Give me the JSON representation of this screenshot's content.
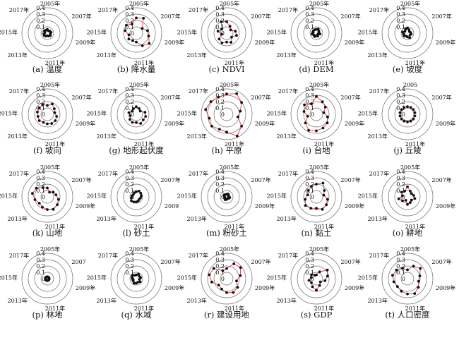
{
  "chart_data": [
    {
      "type": "radar",
      "caption": "(a) 温度",
      "radial_ticks": [
        "0",
        "0.1",
        "0.2",
        "0.3",
        "0.4"
      ],
      "rlim": [
        0,
        0.4
      ],
      "year_labels": [
        "2005年",
        "2007年",
        "2009年",
        "2011年",
        "2013年",
        "2015年",
        "2017年"
      ],
      "values": [
        0.06,
        0.04,
        0.05,
        0.06,
        0.05,
        0.06,
        0.05,
        0.04,
        0.05,
        0.06,
        0.05,
        0.04,
        0.06,
        0.05
      ]
    },
    {
      "type": "radar",
      "caption": "(b) 降水量",
      "radial_ticks": [
        "0",
        "0.1",
        "0.2",
        "0.3",
        "0.4"
      ],
      "rlim": [
        0,
        0.4
      ],
      "year_labels": [
        "2005年",
        "2007年",
        "2009年",
        "2011年",
        "2013年",
        "2015年",
        "2017年"
      ],
      "values": [
        0.24,
        0.26,
        0.12,
        0.18,
        0.2,
        0.26,
        0.22,
        0.14,
        0.13,
        0.15,
        0.12,
        0.18,
        0.2,
        0.16
      ]
    },
    {
      "type": "radar",
      "caption": "(c) NDVI",
      "radial_ticks": [
        "0",
        "0.1",
        "0.2",
        "0.3",
        "0.4"
      ],
      "rlim": [
        0,
        0.4
      ],
      "year_labels": [
        "2005年",
        "2007年",
        "2009年",
        "2011年",
        "2013年",
        "2015年",
        "2017年"
      ],
      "values": [
        0.18,
        0.12,
        0.08,
        0.14,
        0.16,
        0.1,
        0.16,
        0.14,
        0.17,
        0.15,
        0.08,
        0.14,
        0.1,
        0.2
      ]
    },
    {
      "type": "radar",
      "caption": "(d) DEM",
      "radial_ticks": [
        "0",
        "0.1",
        "0.2",
        "0.3",
        "0.4"
      ],
      "rlim": [
        0,
        0.4
      ],
      "year_labels": [
        "2005年",
        "2007年",
        "2009年",
        "2011年",
        "2013年",
        "2015年",
        "2017年"
      ],
      "values": [
        0.06,
        0.07,
        0.05,
        0.04,
        0.06,
        0.03,
        0.05,
        0.04,
        0.06,
        0.05,
        0.07,
        0.05,
        0.06,
        0.06
      ]
    },
    {
      "type": "radar",
      "caption": "(e) 坡度",
      "radial_ticks": [
        "0",
        "0.1",
        "0.2",
        "0.3",
        "0.4"
      ],
      "rlim": [
        0,
        0.4
      ],
      "year_labels": [
        "2005年",
        "2007年",
        "2009年",
        "2011年",
        "2013年",
        "2015年",
        "2017年"
      ],
      "values": [
        0.08,
        0.06,
        0.04,
        0.05,
        0.06,
        0.05,
        0.08,
        0.06,
        0.05,
        0.07,
        0.06,
        0.08,
        0.05,
        0.07
      ]
    },
    {
      "type": "radar",
      "caption": "(f) 坡向",
      "radial_ticks": [
        "0",
        "0.1",
        "0.2",
        "0.3",
        "0.4"
      ],
      "rlim": [
        0,
        0.4
      ],
      "year_labels": [
        "2005年",
        "2007年",
        "2009年",
        "2011年",
        "2013年",
        "2015年",
        "2017年"
      ],
      "values": [
        0.14,
        0.18,
        0.14,
        0.12,
        0.15,
        0.16,
        0.16,
        0.15,
        0.14,
        0.16,
        0.15,
        0.16,
        0.16,
        0.17
      ]
    },
    {
      "type": "radar",
      "caption": "(g) 地形起伏度",
      "radial_ticks": [
        "0",
        "0.1",
        "0.2",
        "0.3",
        "0.4"
      ],
      "rlim": [
        0,
        0.4
      ],
      "year_labels": [
        "2005年",
        "2007年",
        "2009年",
        "2011年",
        "2013年",
        "2015年",
        "2017年"
      ],
      "values": [
        0.12,
        0.1,
        0.08,
        0.14,
        0.15,
        0.14,
        0.16,
        0.13,
        0.14,
        0.13,
        0.1,
        0.12,
        0.08,
        0.1
      ]
    },
    {
      "type": "radar",
      "caption": "(h) 平原",
      "radial_ticks": [
        "0",
        "0.1",
        "0.2",
        "0.3",
        "0.4"
      ],
      "rlim": [
        0,
        0.4
      ],
      "year_labels": [
        "2005年",
        "2007年",
        "2009年",
        "2011年",
        "2013年",
        "2015年",
        "2017年"
      ],
      "values": [
        0.32,
        0.36,
        0.3,
        0.22,
        0.18,
        0.3,
        0.38,
        0.28,
        0.26,
        0.3,
        0.28,
        0.34,
        0.32,
        0.3
      ]
    },
    {
      "type": "radar",
      "caption": "(i) 台地",
      "radial_ticks": [
        "0",
        "0.1",
        "0.2",
        "0.3",
        "0.4"
      ],
      "rlim": [
        0,
        0.4
      ],
      "year_labels": [
        "2005年",
        "2007年",
        "2009年",
        "2011年",
        "2013年",
        "2015年",
        "2017年"
      ],
      "values": [
        0.28,
        0.22,
        0.18,
        0.12,
        0.18,
        0.22,
        0.24,
        0.26,
        0.28,
        0.22,
        0.14,
        0.2,
        0.24,
        0.18
      ]
    },
    {
      "type": "radar",
      "caption": "(j) 丘陵",
      "radial_ticks": [
        "0",
        "0.1",
        "0.2",
        "0.3",
        "0.4"
      ],
      "rlim": [
        0,
        0.4
      ],
      "year_labels": [
        "2005",
        "2007年",
        "2009年",
        "2011年",
        "2013年",
        "2015年",
        "2017年"
      ],
      "values": [
        0.12,
        0.12,
        0.12,
        0.12,
        0.12,
        0.12,
        0.12,
        0.12,
        0.12,
        0.12,
        0.12,
        0.12,
        0.12,
        0.12
      ]
    },
    {
      "type": "radar",
      "caption": "(k) 山地",
      "radial_ticks": [
        "0",
        "0.1",
        "0.2",
        "0.3",
        "0.4"
      ],
      "rlim": [
        0,
        0.4
      ],
      "year_labels": [
        "2005年",
        "2007年",
        "2009年",
        "2011年",
        "2013年",
        "2015年",
        "2017年"
      ],
      "values": [
        0.14,
        0.08,
        0.12,
        0.14,
        0.18,
        0.2,
        0.22,
        0.2,
        0.18,
        0.16,
        0.2,
        0.24,
        0.22,
        0.16
      ]
    },
    {
      "type": "radar",
      "caption": "(l) 砂土",
      "radial_ticks": [
        "0",
        "0.1",
        "0.2",
        "0.3",
        "0.4"
      ],
      "rlim": [
        0,
        0.4
      ],
      "year_labels": [
        "2005年",
        "2007年",
        "2009",
        "2011年",
        "2013年",
        "2015年",
        "2017年"
      ],
      "values": [
        0.08,
        0.1,
        0.09,
        0.08,
        0.07,
        0.06,
        0.07,
        0.08,
        0.09,
        0.1,
        0.08,
        0.07,
        0.06,
        0.07
      ]
    },
    {
      "type": "radar",
      "caption": "(m) 粉砂土",
      "radial_ticks": [
        "0",
        "0.1",
        "0.2",
        "0.3",
        "0.4"
      ],
      "rlim": [
        0,
        0.4
      ],
      "year_labels": [
        "2005年",
        "2007年",
        "2009年",
        "2011年",
        "2013年",
        "2015年",
        "2017年"
      ],
      "values": [
        0.04,
        0.05,
        0.04,
        0.03,
        0.05,
        0.04,
        0.03,
        0.04,
        0.05,
        0.04,
        0.03,
        0.04,
        0.05,
        0.04
      ]
    },
    {
      "type": "radar",
      "caption": "(n) 黏土",
      "radial_ticks": [
        "0",
        "0.1",
        "0.2",
        "0.3",
        "0.4"
      ],
      "rlim": [
        0,
        0.4
      ],
      "year_labels": [
        "2005年",
        "2007年",
        "2009年",
        "2011年",
        "2013年",
        "2015年",
        "2017年"
      ],
      "values": [
        0.2,
        0.24,
        0.16,
        0.12,
        0.18,
        0.2,
        0.22,
        0.18,
        0.2,
        0.22,
        0.18,
        0.14,
        0.16,
        0.18
      ]
    },
    {
      "type": "radar",
      "caption": "(o) 耕地",
      "radial_ticks": [
        "0",
        "0.1",
        "0.2",
        "0.3",
        "0.4"
      ],
      "rlim": [
        0,
        0.4
      ],
      "year_labels": [
        "2005年",
        "2007年",
        "2009年",
        "2011年",
        "2013年",
        "2015年",
        "2017年"
      ],
      "values": [
        0.16,
        0.1,
        0.08,
        0.1,
        0.12,
        0.08,
        0.1,
        0.12,
        0.06,
        0.1,
        0.14,
        0.08,
        0.12,
        0.1
      ]
    },
    {
      "type": "radar",
      "caption": "(p) 林地",
      "radial_ticks": [
        "0",
        "0.1",
        "0.2",
        "0.3",
        "0.4"
      ],
      "rlim": [
        0,
        0.4
      ],
      "year_labels": [
        "2005年",
        "2007",
        "2009年",
        "2011年",
        "2013年",
        "2015年",
        "2017年"
      ],
      "values": [
        0.03,
        0.03,
        0.03,
        0.03,
        0.03,
        0.03,
        0.03,
        0.03,
        0.03,
        0.03,
        0.03,
        0.03,
        0.03,
        0.03
      ]
    },
    {
      "type": "radar",
      "caption": "(q) 水域",
      "radial_ticks": [
        "0",
        "0.1",
        "0.2",
        "0.3",
        "0.4"
      ],
      "rlim": [
        0,
        0.4
      ],
      "year_labels": [
        "2005年",
        "2007年",
        "2009年",
        "2011年",
        "2013年",
        "2015年",
        "2017年"
      ],
      "values": [
        0.06,
        0.08,
        0.06,
        0.07,
        0.05,
        0.08,
        0.06,
        0.07,
        0.08,
        0.06,
        0.05,
        0.07,
        0.08,
        0.06
      ]
    },
    {
      "type": "radar",
      "caption": "(r) 建设用地",
      "radial_ticks": [
        "0",
        "0.1",
        "0.2",
        "0.3",
        "0.4"
      ],
      "rlim": [
        0,
        0.4
      ],
      "year_labels": [
        "2005年",
        "2007年",
        "2009年",
        "2011年",
        "2013年",
        "2015年",
        "2017年"
      ],
      "values": [
        0.16,
        0.26,
        0.28,
        0.22,
        0.16,
        0.22,
        0.24,
        0.22,
        0.18,
        0.16,
        0.24,
        0.28,
        0.26,
        0.14
      ]
    },
    {
      "type": "radar",
      "caption": "(s) GDP",
      "radial_ticks": [
        "0",
        "0.1",
        "0.2",
        "0.3",
        "0.4"
      ],
      "rlim": [
        0,
        0.4
      ],
      "year_labels": [
        "2005年",
        "2007年",
        "2009年",
        "2011年",
        "2013年",
        "2015年",
        "2017年"
      ],
      "values": [
        0.06,
        0.12,
        0.22,
        0.18,
        0.14,
        0.08,
        0.12,
        0.18,
        0.14,
        0.1,
        0.12,
        0.08,
        0.1,
        0.06
      ]
    },
    {
      "type": "radar",
      "caption": "(t) 人口密度",
      "radial_ticks": [
        "0",
        "0.1",
        "0.2",
        "0.3",
        "0.4"
      ],
      "rlim": [
        0,
        0.4
      ],
      "year_labels": [
        "2005年",
        "2007年",
        "2009年",
        "2011年",
        "2013年",
        "2015年",
        "2017年"
      ],
      "values": [
        0.14,
        0.22,
        0.26,
        0.2,
        0.18,
        0.22,
        0.26,
        0.24,
        0.22,
        0.2,
        0.22,
        0.24,
        0.22,
        0.18
      ]
    }
  ]
}
